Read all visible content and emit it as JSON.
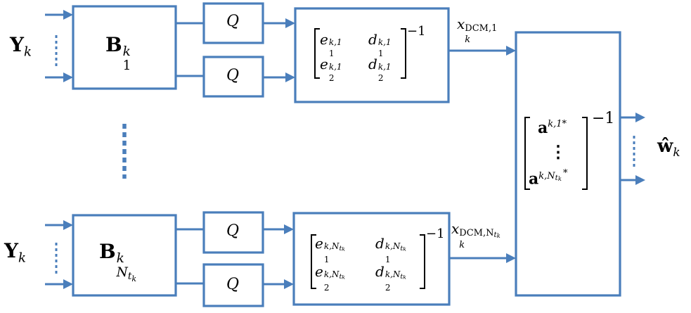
{
  "inputs": {
    "top_label": "Y",
    "top_sub": "k",
    "bottom_label": "Y",
    "bottom_sub": "k"
  },
  "blocks": {
    "b1_main": "B",
    "b1_sup": "k",
    "b1_sub": "1",
    "bn_main": "B",
    "bn_sup": "k",
    "bn_sub": "N",
    "bn_sub2": "t",
    "bn_sub3": "k"
  },
  "quantizers": [
    "Q",
    "Q",
    "Q",
    "Q"
  ],
  "matrix_top": {
    "r1c1": "e",
    "r1c1_sup": "k,1",
    "r1c1_sub": "1",
    "r1c2": "d",
    "r1c2_sup": "k,1",
    "r1c2_sub": "1",
    "r2c1": "e",
    "r2c1_sup": "k,1",
    "r2c1_sub": "2",
    "r2c2": "d",
    "r2c2_sup": "k,1",
    "r2c2_sub": "2",
    "exponent": "−1"
  },
  "matrix_bottom": {
    "r1c1": "e",
    "r1c1_sup": "k,N",
    "r1c1_sup_t": "t",
    "r1c1_sup_k": "k",
    "r1c1_sub": "1",
    "r1c2": "d",
    "r1c2_sup": "k,N",
    "r1c2_sup_t": "t",
    "r1c2_sup_k": "k",
    "r1c2_sub": "1",
    "r2c1": "e",
    "r2c1_sup": "k,N",
    "r2c1_sup_t": "t",
    "r2c1_sup_k": "k",
    "r2c1_sub": "2",
    "r2c2": "d",
    "r2c2_sup": "k,N",
    "r2c2_sup_t": "t",
    "r2c2_sup_k": "k",
    "r2c2_sub": "2",
    "exponent": "−1"
  },
  "signals": {
    "x_top": "x",
    "x_top_sup": "DCM,1",
    "x_top_sub": "k",
    "x_bot": "x",
    "x_bot_sup": "DCM,N",
    "x_bot_sup_t": "t",
    "x_bot_sup_k": "k",
    "x_bot_sub": "k"
  },
  "final_block": {
    "a_top": "a",
    "a_top_sup": "k,1",
    "a_top_star": "*",
    "vdots": "⋮",
    "a_bot": "a",
    "a_bot_sup": "k,N",
    "a_bot_sup_t": "t",
    "a_bot_sup_k": "k",
    "a_bot_star": "*",
    "exponent": "−1"
  },
  "output": {
    "label": "ŵ",
    "sub": "k"
  },
  "colors": {
    "stroke": "#4a7ebb",
    "text": "#000000",
    "background": "#ffffff"
  }
}
